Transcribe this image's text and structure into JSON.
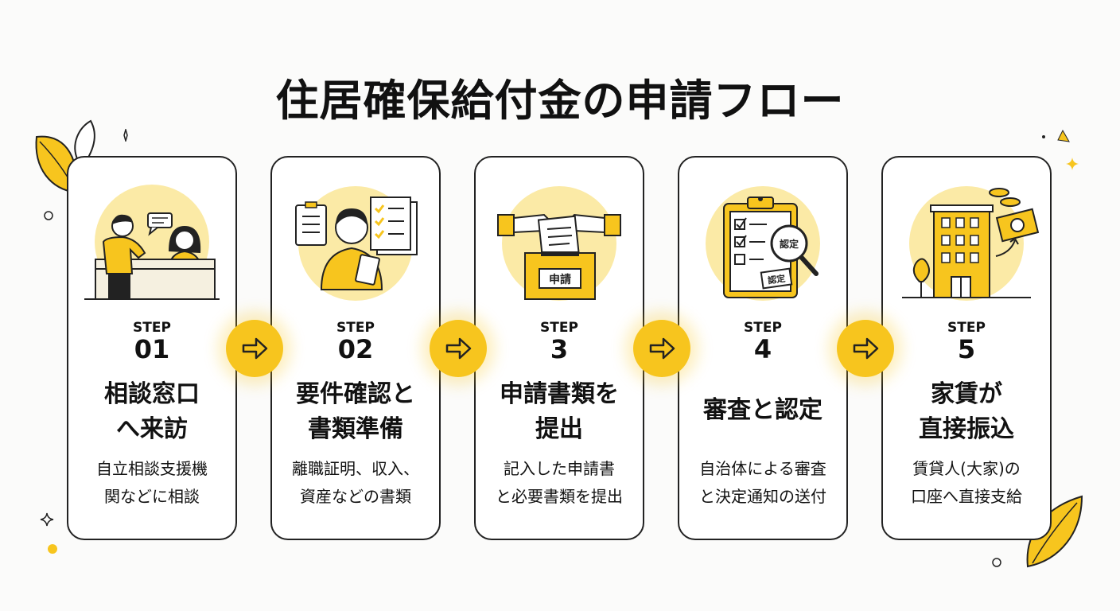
{
  "title": "住居確保給付金の申請フロー",
  "colors": {
    "accent": "#f7c51e",
    "accent_soft": "#fbeaa6",
    "stroke": "#222222",
    "background": "#fbfbfa"
  },
  "steps": [
    {
      "label": "STEP",
      "number": "01",
      "heading": [
        "相談窓口",
        "へ来訪"
      ],
      "desc": [
        "自立相談支援機",
        "関などに相談"
      ],
      "icon": "consultation-icon"
    },
    {
      "label": "STEP",
      "number": "02",
      "heading": [
        "要件確認と",
        "書類準備"
      ],
      "desc": [
        "離職証明、収入、",
        "資産などの書類"
      ],
      "icon": "document-check-icon"
    },
    {
      "label": "STEP",
      "number": "3",
      "heading": [
        "申請書類を",
        "提出"
      ],
      "desc": [
        "記入した申請書",
        "と必要書類を提出"
      ],
      "icon": "submission-box-icon",
      "box_label": "申請"
    },
    {
      "label": "STEP",
      "number": "4",
      "heading": [
        "審査と認定"
      ],
      "desc": [
        "自治体による審査",
        "と決定通知の送付"
      ],
      "icon": "clipboard-review-icon",
      "stamp_label": "認定"
    },
    {
      "label": "STEP",
      "number": "5",
      "heading": [
        "家賃が",
        "直接振込"
      ],
      "desc": [
        "賃貸人(大家)の",
        "口座へ直接支給"
      ],
      "icon": "building-payment-icon"
    }
  ],
  "arrows": [
    "arrow-right-icon",
    "arrow-right-icon",
    "arrow-right-icon",
    "arrow-right-icon"
  ]
}
